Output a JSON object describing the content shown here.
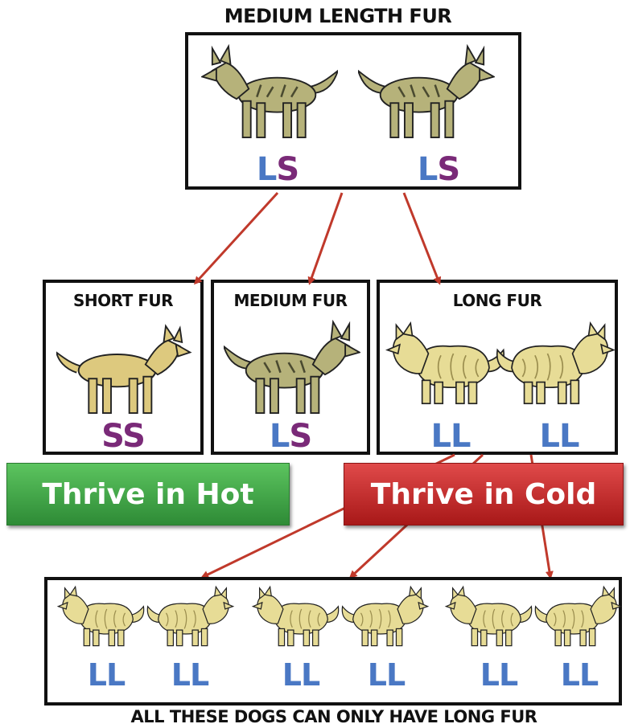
{
  "top": {
    "title": "MEDIUM LENGTH FUR",
    "genotypes": [
      "LS",
      "LS"
    ]
  },
  "middle": {
    "short": {
      "title": "SHORT FUR",
      "genotype": "SS"
    },
    "medium": {
      "title": "MEDIUM FUR",
      "genotype": "LS"
    },
    "long": {
      "title": "LONG FUR",
      "genotypes": [
        "LL",
        "LL"
      ]
    }
  },
  "bottom": {
    "genotypes": [
      "LL",
      "LL",
      "LL",
      "LL",
      "LL",
      "LL"
    ],
    "caption": "ALL THESE DOGS CAN ONLY HAVE LONG FUR"
  },
  "banners": {
    "hot": "Thrive in Hot",
    "cold": "Thrive in Cold"
  },
  "colors": {
    "L": "#4a78c4",
    "S": "#7a2a78",
    "arrow": "#c0392b",
    "hot": "#3fa34a",
    "cold": "#c62424",
    "coat_medium": "#b6b27a",
    "coat_short": "#ddc97e",
    "coat_long": "#e7dc96"
  }
}
